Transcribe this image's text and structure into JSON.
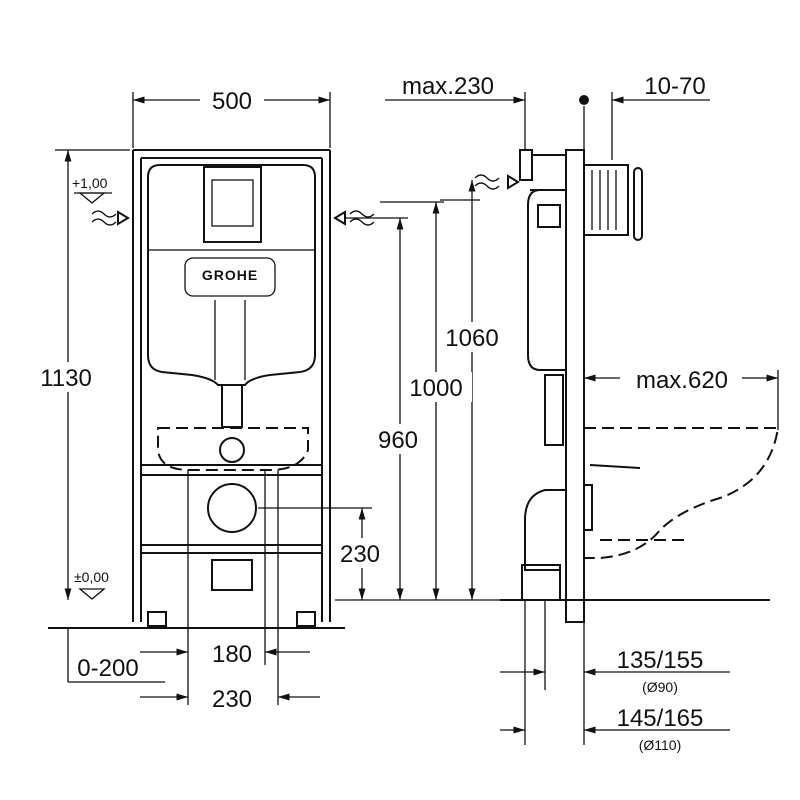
{
  "front_view": {
    "width_label": "500",
    "height_total_label": "1130",
    "top_level_label": "+1,00",
    "floor_level_label": "±0,00",
    "h1060_label": "1060",
    "h1000_label": "1000",
    "h960_label": "960",
    "h230_label": "230",
    "offset_label": "0-200",
    "w180_label": "180",
    "w230_label": "230",
    "brand_logo": "GROHE"
  },
  "side_view": {
    "max230_label": "max.230",
    "range_label": "10-70",
    "max620_label": "max.620",
    "d90_label": "135/155",
    "d90_sub": "(Ø90)",
    "d110_label": "145/165",
    "d110_sub": "(Ø110)"
  }
}
